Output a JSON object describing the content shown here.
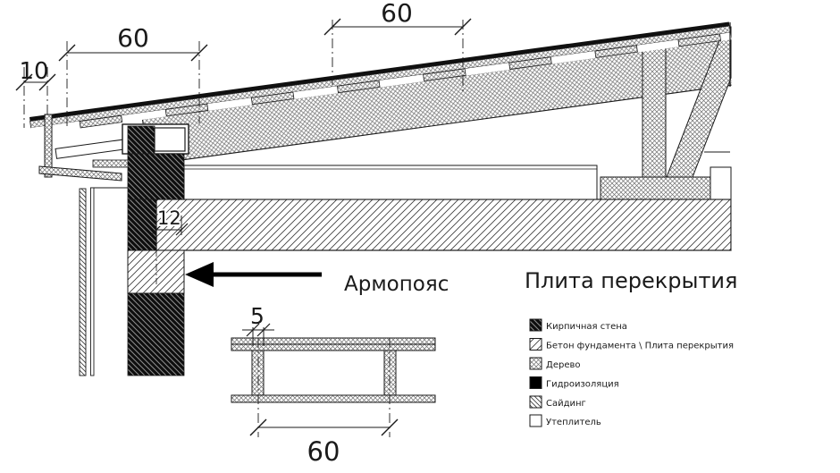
{
  "drawing": {
    "labels": {
      "armopoyas": "Армопояс",
      "floor_slab": "Плита перекрытия"
    },
    "dimensions": {
      "eaves_overhang": "10",
      "rafter_span_left": "60",
      "batten_spacing_top": "60",
      "slab_bearing": "12",
      "post_width": "5",
      "post_spacing": "60"
    },
    "legend": {
      "items": [
        {
          "id": "brick-wall",
          "label": "Кирпичная стена",
          "pattern": "brick"
        },
        {
          "id": "foundation-concrete",
          "label": "Бетон фундамента \\  Плита перекрытия",
          "pattern": "concrete"
        },
        {
          "id": "wood",
          "label": "Дерево",
          "pattern": "wood"
        },
        {
          "id": "waterproofing",
          "label": "Гидроизоляция",
          "pattern": "solid-black"
        },
        {
          "id": "siding",
          "label": "Сайдинг",
          "pattern": "siding"
        },
        {
          "id": "insulation",
          "label": "Утеплитель",
          "pattern": "none"
        }
      ]
    },
    "colors": {
      "line": "#1a1a1a",
      "dark_fill": "#101010",
      "background": "#ffffff"
    }
  }
}
